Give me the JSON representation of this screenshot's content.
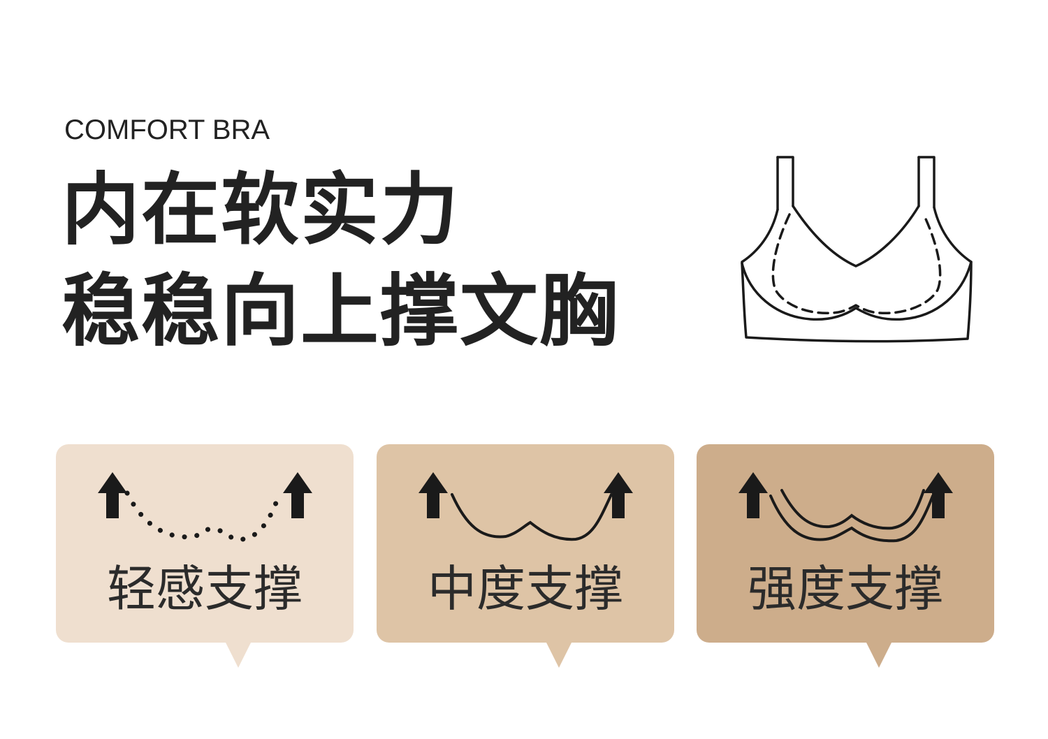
{
  "header": {
    "eyebrow": "COMFORT BRA",
    "headline_line1": "内在软实力",
    "headline_line2": "稳稳向上撑文胸"
  },
  "support_levels": [
    {
      "label": "轻感支撑",
      "color": "#efdfcf",
      "line_style": "dotted"
    },
    {
      "label": "中度支撑",
      "color": "#dec4a6",
      "line_style": "solid"
    },
    {
      "label": "强度支撑",
      "color": "#cdad8b",
      "line_style": "double"
    }
  ],
  "colors": {
    "text": "#222222",
    "stroke": "#1a1a1a"
  },
  "icons": {
    "illustration": "bra-outline-icon",
    "arrow": "up-arrow-icon"
  }
}
